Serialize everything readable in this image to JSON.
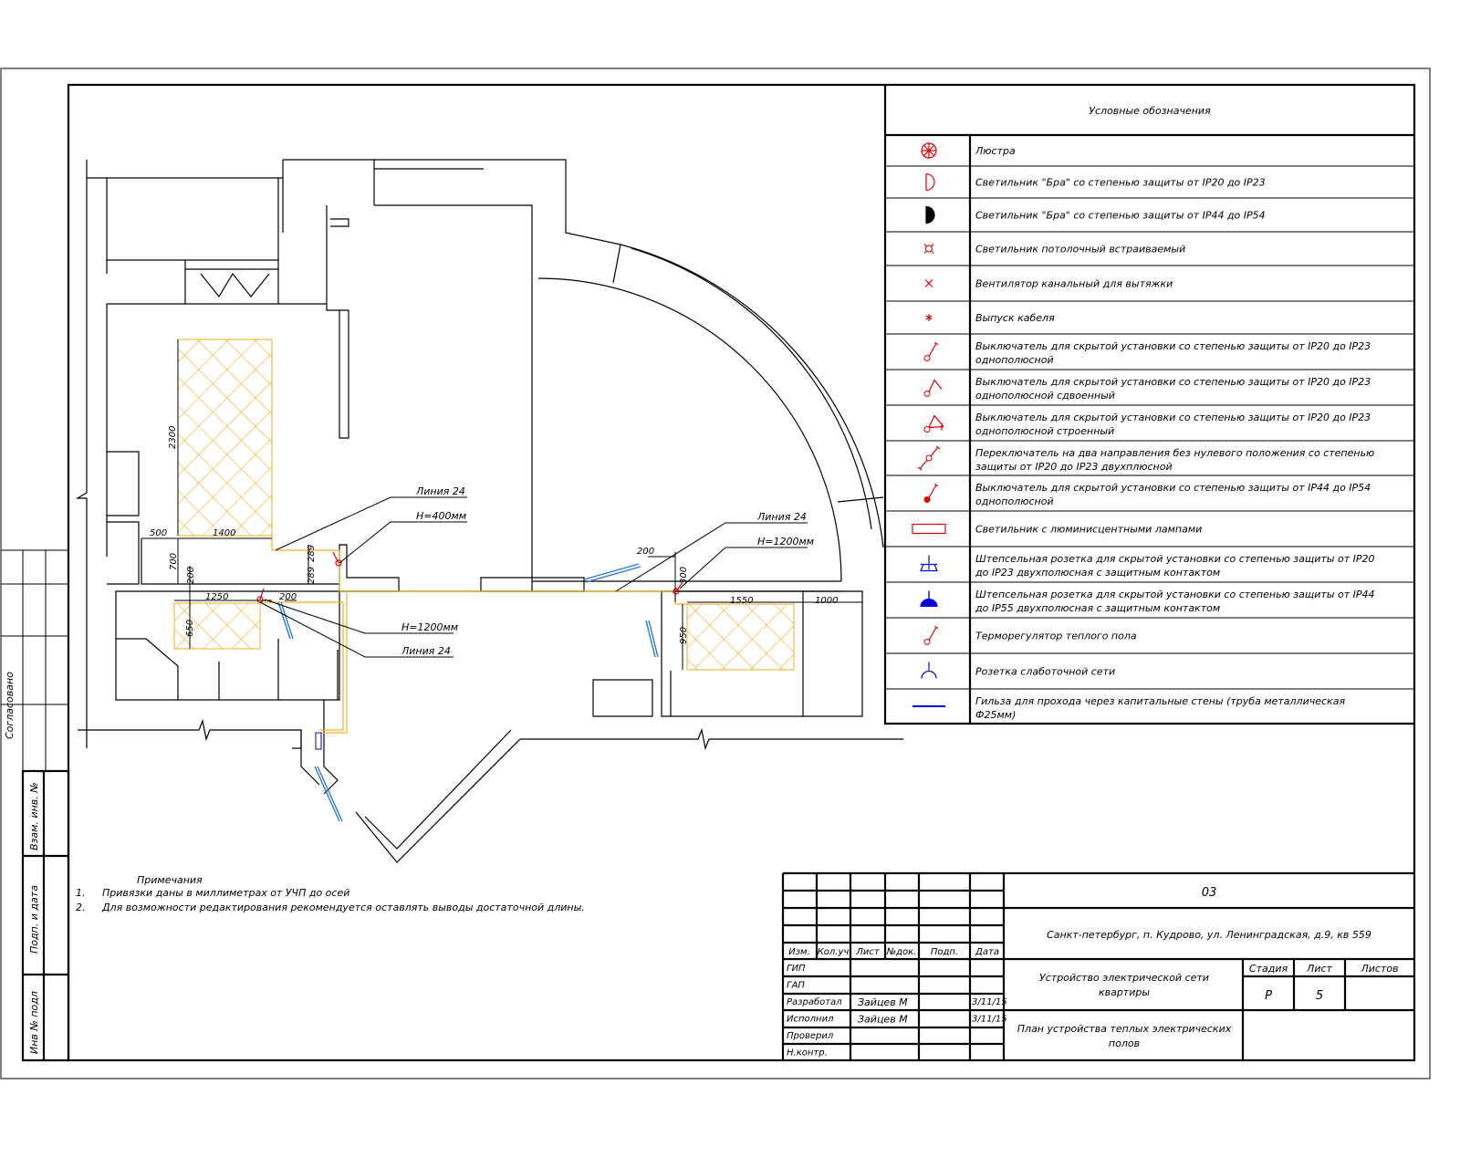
{
  "legend": {
    "title": "Условные обозначения",
    "items": [
      {
        "icon": "chandelier-icon",
        "lines": [
          "Люстра"
        ]
      },
      {
        "icon": "wall-lamp-ip20-icon",
        "lines": [
          "Светильник \"Бра\" со степенью защиты от IP20 до IP23"
        ]
      },
      {
        "icon": "wall-lamp-ip44-icon",
        "lines": [
          "Светильник \"Бра\" со степенью защиты от IP44 до IP54"
        ]
      },
      {
        "icon": "recessed-ceiling-lamp-icon",
        "lines": [
          "Светильник потолочный встраиваемый"
        ]
      },
      {
        "icon": "duct-fan-icon",
        "lines": [
          "Вентилятор канальный для вытяжки"
        ]
      },
      {
        "icon": "cable-outlet-icon",
        "lines": [
          "Выпуск кабеля"
        ]
      },
      {
        "icon": "switch-single-icon",
        "lines": [
          "Выключатель для скрытой установки со степенью защиты от IP20 до IP23",
          "однополюсной"
        ]
      },
      {
        "icon": "switch-double-icon",
        "lines": [
          "Выключатель для скрытой установки со степенью защиты от IP20 до IP23",
          "однополюсной сдвоенный"
        ]
      },
      {
        "icon": "switch-triple-icon",
        "lines": [
          "Выключатель для скрытой установки со степенью защиты от IP20 до IP23",
          "однополюсной строенный"
        ]
      },
      {
        "icon": "two-way-switch-icon",
        "lines": [
          "Переключатель на два направления без нулевого положения со степенью",
          "защиты  от IP20 до IP23 двухплюсной"
        ]
      },
      {
        "icon": "switch-ip44-icon",
        "lines": [
          "Выключатель для скрытой установки со степенью защиты от IP44 до IP54",
          "однополюсной"
        ]
      },
      {
        "icon": "fluorescent-lamp-icon",
        "lines": [
          "Светильник с люминисцентными лампами"
        ]
      },
      {
        "icon": "socket-ip20-icon",
        "lines": [
          "Штепсельная розетка для скрытой установки со степенью защиты от IP20",
          "до IP23 двухполюсная с защитным контактом"
        ]
      },
      {
        "icon": "socket-ip44-icon",
        "lines": [
          "Штепсельная розетка для скрытой установки со степенью защиты от IP44",
          "до IP55 двухполюсная с защитным контактом"
        ]
      },
      {
        "icon": "floor-thermostat-icon",
        "lines": [
          "Терморегулятор теплого пола"
        ]
      },
      {
        "icon": "low-current-socket-icon",
        "lines": [
          "Розетка слаботочной сети"
        ]
      },
      {
        "icon": "wall-sleeve-icon",
        "lines": [
          "Гильза для прохода через капитальные стены (труба металлическая",
          "Ф25мм)"
        ]
      }
    ]
  },
  "plan": {
    "callouts": [
      "Линия 24",
      "Н=400мм",
      "Н=1200мм",
      "Линия 24",
      "Линия 24",
      "Н=1200мм"
    ],
    "dims": {
      "d2300": "2300",
      "d500": "500",
      "d1400": "1400",
      "d700": "700",
      "d200a": "200",
      "d1250": "1250",
      "d200b": "200",
      "d650": "650",
      "d289a": "289",
      "d289b": "289",
      "d200c": "200",
      "d300": "300",
      "d1550": "1550",
      "d1000": "1000",
      "d950": "950"
    }
  },
  "notes": {
    "title": "Примечания",
    "items": [
      {
        "num": "1.",
        "text": "Привязки даны в миллиметрах от УЧП до осей"
      },
      {
        "num": "2.",
        "text": "Для возможности редактирования рекомендуется оставлять выводы достаточной длины."
      }
    ]
  },
  "side_stamp": {
    "agreed": "Согласовано",
    "replace_inv": "Взам. инв. №",
    "sign_date": "Подп. и дата",
    "inv_orig": "Инв № подл"
  },
  "title_block": {
    "code": "03",
    "address": "Санкт-петербург, п. Кудрово, ул. Ленинградская, д.9, кв 559",
    "work_title": [
      "Устройство электрической сети",
      "квартиры"
    ],
    "sheet_title": [
      "План устройства теплых электрических",
      "полов"
    ],
    "stage_label": "Стадия",
    "sheet_label": "Лист",
    "sheets_label": "Листов",
    "stage": "Р",
    "sheet": "5",
    "headers": [
      "Изм.",
      "Кол.уч",
      "Лист",
      "№док.",
      "Подп.",
      "Дата"
    ],
    "roles": [
      {
        "role": "ГИП",
        "name": "",
        "date": ""
      },
      {
        "role": "ГАП",
        "name": "",
        "date": ""
      },
      {
        "role": "Разработал",
        "name": "Зайцев М",
        "date": "3/11/15"
      },
      {
        "role": "Исполнил",
        "name": "Зайцев М",
        "date": "3/11/15"
      },
      {
        "role": "Проверил",
        "name": "",
        "date": ""
      },
      {
        "role": "Н.контр.",
        "name": "",
        "date": ""
      }
    ]
  },
  "colors": {
    "wall": "#000000",
    "heated_floor": "#f0b020",
    "electrical": "#e00000",
    "socket": "#0000e0",
    "window": "#2a7ad8"
  }
}
